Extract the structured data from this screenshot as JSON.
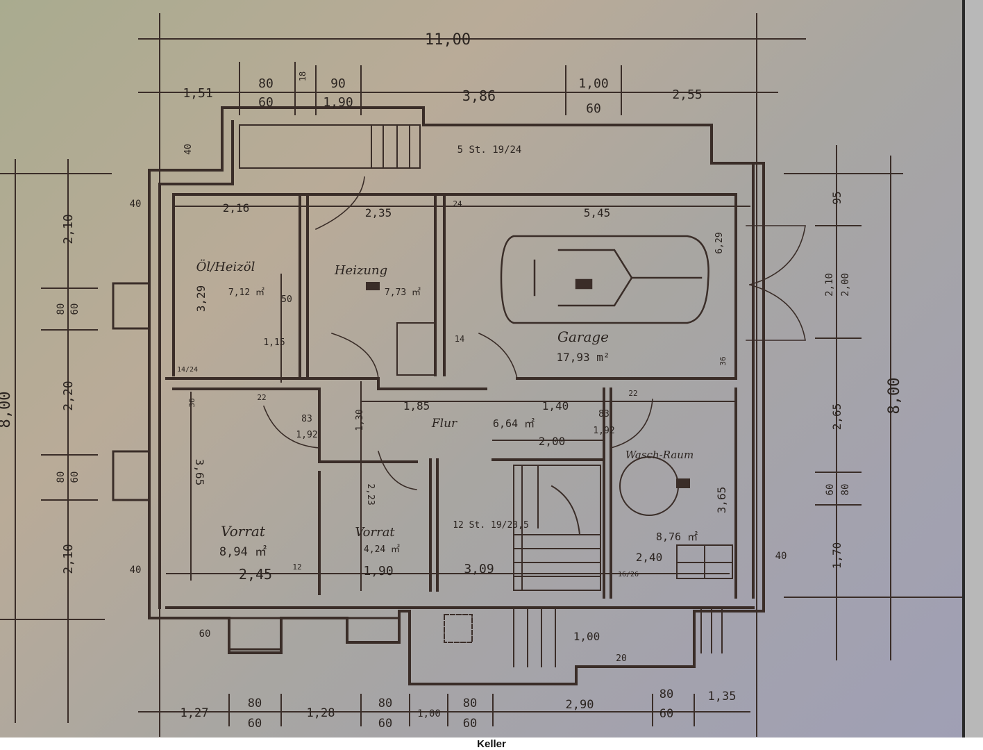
{
  "caption": "Keller",
  "colors": {
    "ink": "#2b2420",
    "paper_warm": "#b9ab98",
    "paper_cool": "#a3a2ae",
    "wall": "#3a2d28"
  },
  "rooms": [
    {
      "id": "room-top-left",
      "label": "Öl/Heizöl",
      "area": "7,12 ㎡"
    },
    {
      "id": "room-heating",
      "label": "Heizung",
      "area": "7,73 ㎡"
    },
    {
      "id": "room-garage",
      "label": "Garage",
      "area": "17,93 m²"
    },
    {
      "id": "room-hall",
      "label": "Flur",
      "area": "6,64 ㎡"
    },
    {
      "id": "room-cellar-1",
      "label": "Vorrat",
      "area": "8,94 ㎡"
    },
    {
      "id": "room-cellar-2",
      "label": "Vorrat",
      "area": "4,24 ㎡"
    },
    {
      "id": "room-laundry",
      "label": "Wasch-Raum",
      "area": "8,76 ㎡"
    }
  ],
  "stairs": {
    "main": "12 St. 19/23,5",
    "top": "5 St. 19/24"
  },
  "dimensions": {
    "overall_width": "11,00",
    "overall_depth_left": "8,00",
    "overall_depth_right": "8,00",
    "top_chain": [
      "1,51",
      "80",
      "60",
      "18",
      "90",
      "1,90",
      "3,86",
      "1,00",
      "60",
      "2,55"
    ],
    "bottom_chain": [
      "1,27",
      "80",
      "60",
      "1,28",
      "80",
      "60",
      "1,00",
      "80",
      "60",
      "2,90",
      "80",
      "60",
      "1,35"
    ],
    "left_chain": [
      "2,10",
      "80",
      "60",
      "2,20",
      "80",
      "60",
      "2,10"
    ],
    "right_chain": [
      "95",
      "2,10",
      "2,00",
      "2,65",
      "60",
      "80",
      "1,70"
    ],
    "interior": {
      "w_room_tl": "2,16",
      "w_heating": "2,35",
      "w_garage": "5,45",
      "h_room_tl": "3,29",
      "h_garage": "6,29",
      "sill_50": "50",
      "sill_115": "1,15",
      "hall_185": "1,85",
      "hall_140": "1,40",
      "hall_200": "2,00",
      "door_83_a": "83",
      "door_192_a": "1,92",
      "door_83_b": "83",
      "door_192_b": "1,92",
      "h_cellar1": "3,65",
      "h_laundry": "3,65",
      "h_hall": "1,30",
      "h_cellar2": "2,23",
      "w_cellar1": "2,45",
      "w_cellar2": "1,90",
      "w_stair": "3,09",
      "w_laundry": "2,40",
      "entry_100": "1,00",
      "entry_20": "20",
      "wall_40_a": "40",
      "wall_40_b": "40",
      "wall_40_c": "40",
      "wall_40_d": "40",
      "wall_12": "12",
      "wall_14": "14",
      "wall_22_a": "22",
      "wall_22_b": "22",
      "wall_24": "24",
      "wall_36_a": "36",
      "wall_36_b": "36",
      "wall_60": "60",
      "frac_1626": "16/26",
      "frac_1424": "14/24"
    }
  }
}
